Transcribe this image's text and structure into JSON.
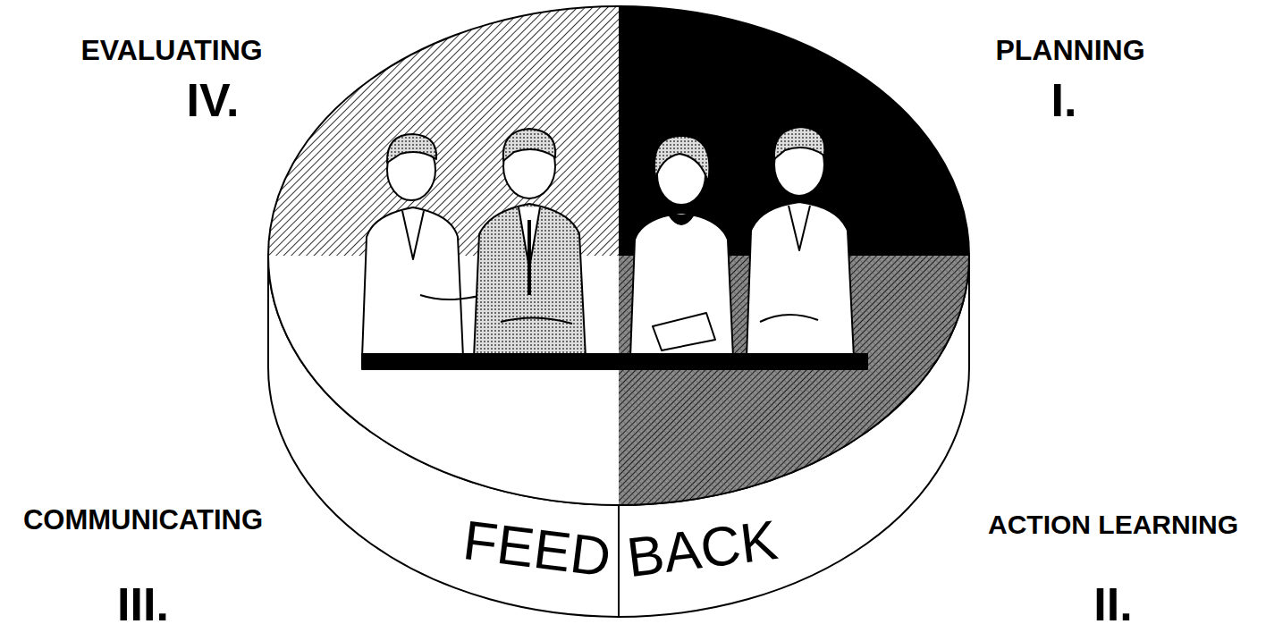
{
  "diagram": {
    "labels": [
      "EVALUATING",
      "IV.",
      "PLANNING",
      "I.",
      "COMMUNICATING",
      "III.",
      "ACTION LEARNING",
      "II.",
      "FEED",
      "BACK"
    ]
  }
}
